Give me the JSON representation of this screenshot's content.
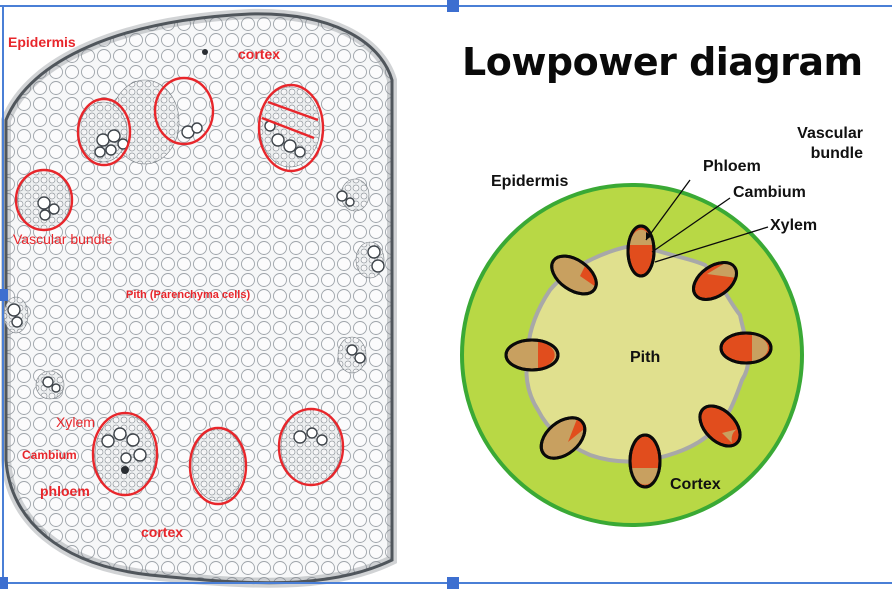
{
  "micrograph": {
    "labels": {
      "epidermis": "Epidermis",
      "cortex_top": "cortex",
      "vascular_bundle": "Vascular bundle",
      "pith": "Pith (Parenchyma cells)",
      "xylem": "Xylem",
      "cambium": "Cambium",
      "phloem": "phloem",
      "cortex_bottom": "cortex"
    }
  },
  "diagram": {
    "title": "Lowpower diagram",
    "labels": {
      "vascular_bundle_line1": "Vascular",
      "vascular_bundle_line2": "bundle",
      "phloem": "Phloem",
      "cambium": "Cambium",
      "xylem": "Xylem",
      "epidermis": "Epidermis",
      "pith": "Pith",
      "cortex": "Cortex"
    },
    "colors": {
      "epidermis": "#3aa935",
      "cortex": "#b8d845",
      "pith": "#e0e08e",
      "phloem": "#c8a060",
      "xylem": "#e14d1d",
      "cambium_ring": "#a8a8a8"
    }
  },
  "colors": {
    "annotation": "#e8262b",
    "selection": "#3d6fd0"
  }
}
